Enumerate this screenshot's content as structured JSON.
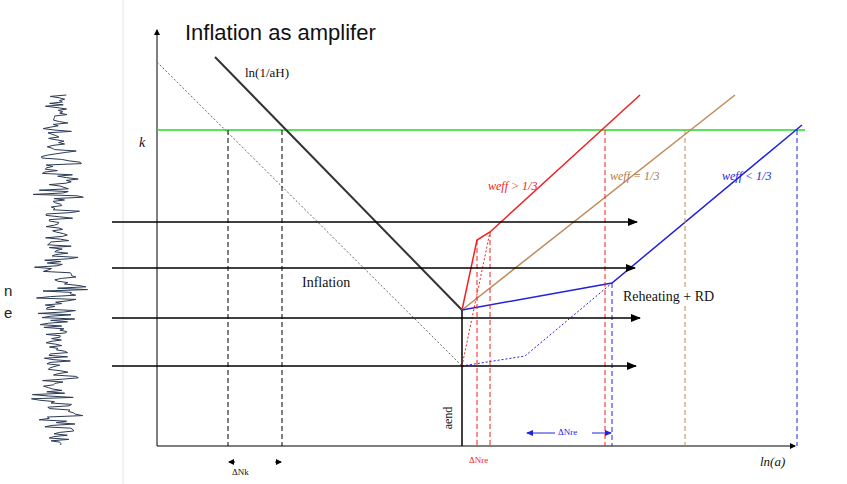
{
  "diagram": {
    "title": "Inflation as amplifer",
    "labels": [
      "ln(1/aH)",
      "k",
      "weff > 1/3",
      "weff = 1/3",
      "weff < 1/3",
      "Inflation",
      "Reheating + RD",
      "aend",
      "ΔNk",
      "ΔNre",
      "ΔNre",
      "ln(a)",
      "n",
      "e"
    ]
  }
}
